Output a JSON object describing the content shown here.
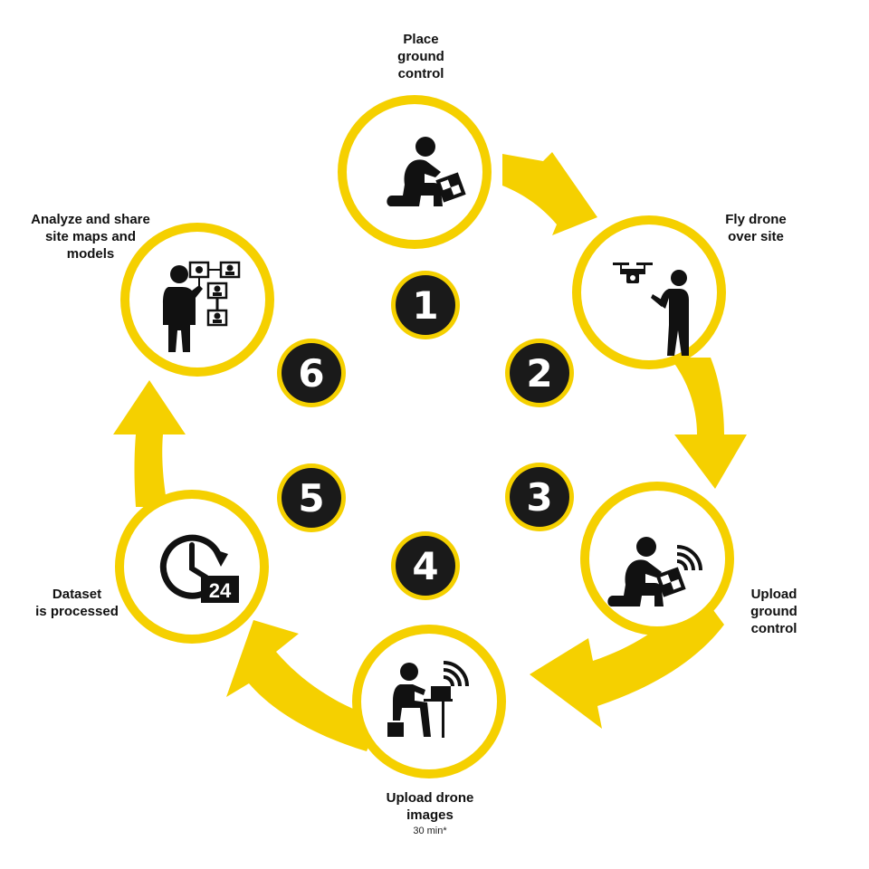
{
  "colors": {
    "accent": "#FFD900",
    "ring": "#F5D000",
    "badge": "#1A1A1A",
    "icon": "#111111",
    "text": "#111111"
  },
  "steps": [
    {
      "number": "1",
      "label": "Place\nground\ncontrol",
      "icon": "person-kneeling-marker-icon"
    },
    {
      "number": "2",
      "label": "Fly drone\nover site",
      "icon": "person-flying-drone-icon"
    },
    {
      "number": "3",
      "label": "Upload\nground\ncontrol",
      "icon": "person-kneeling-wifi-marker-icon"
    },
    {
      "number": "4",
      "label": "Upload drone\nimages",
      "sublabel": "30 min*",
      "icon": "person-laptop-wifi-icon"
    },
    {
      "number": "5",
      "label": "Dataset\nis processed",
      "icon": "clock-24-icon"
    },
    {
      "number": "6",
      "label": "Analyze and share\nsite maps and\nmodels",
      "icon": "person-presenting-chart-icon"
    }
  ]
}
